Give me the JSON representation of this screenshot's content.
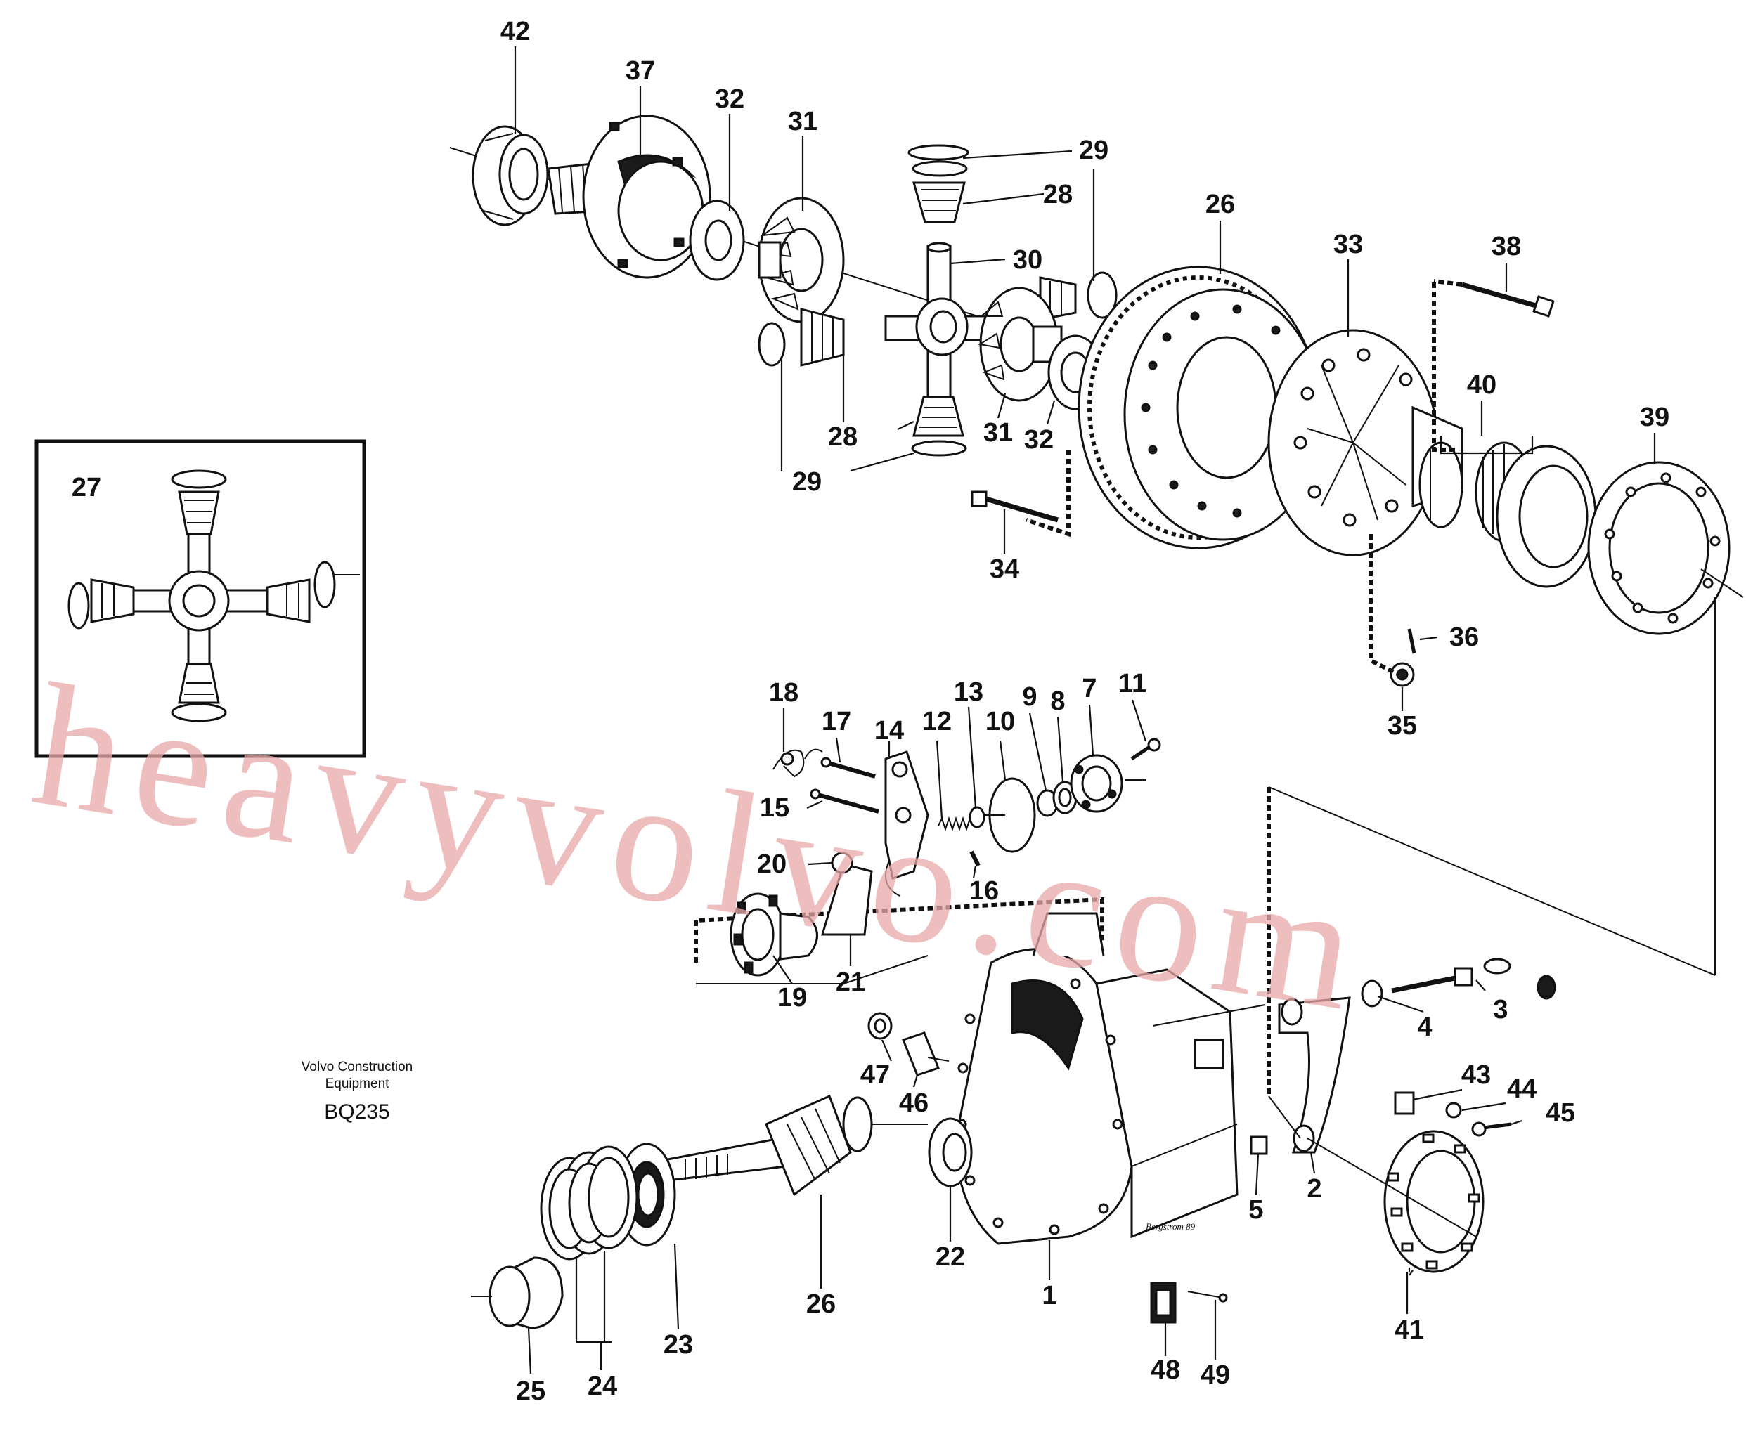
{
  "diagram": {
    "caption_line1": "Volvo Construction",
    "caption_line2": "Equipment",
    "code": "BQ235",
    "watermark": "heavyvolvo.com",
    "signature": "Bergstrom 89",
    "inset_label": "27",
    "labels": [
      "1",
      "2",
      "3",
      "4",
      "5",
      "7",
      "8",
      "9",
      "10",
      "11",
      "12",
      "13",
      "14",
      "15",
      "16",
      "17",
      "18",
      "19",
      "20",
      "21",
      "22",
      "23",
      "24",
      "25",
      "26",
      "26",
      "28",
      "28",
      "29",
      "29",
      "29",
      "30",
      "31",
      "31",
      "32",
      "32",
      "33",
      "34",
      "35",
      "36",
      "37",
      "38",
      "39",
      "40",
      "41",
      "42",
      "43",
      "44",
      "45",
      "46",
      "47",
      "48",
      "49"
    ]
  }
}
